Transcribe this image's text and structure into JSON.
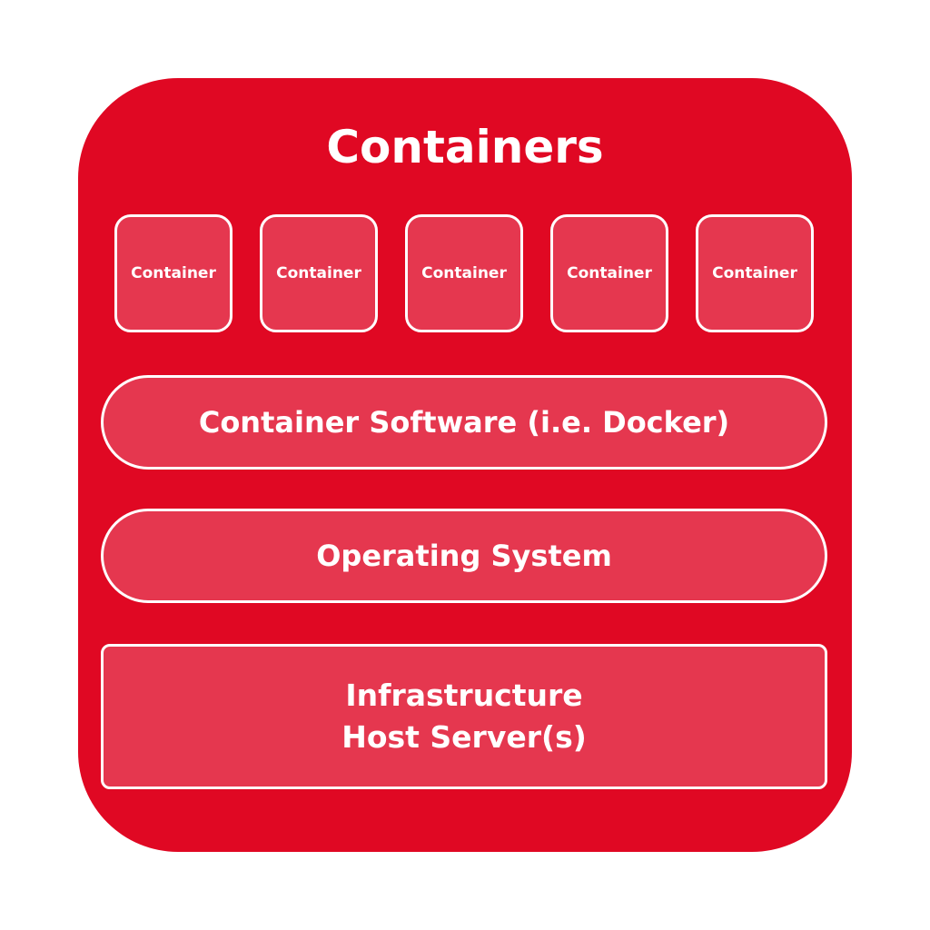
{
  "diagram": {
    "title": "Containers",
    "containers": [
      "Container",
      "Container",
      "Container",
      "Container",
      "Container"
    ],
    "layers": {
      "software": "Container Software (i.e. Docker)",
      "operating_system": "Operating System",
      "infrastructure": {
        "line1": "Infrastructure",
        "line2": "Host Server(s)"
      }
    },
    "colors": {
      "background": "#ffffff",
      "outer_panel": "#e00823",
      "inner_boxes": "#e5374f",
      "borders_and_text": "#ffffff"
    }
  }
}
